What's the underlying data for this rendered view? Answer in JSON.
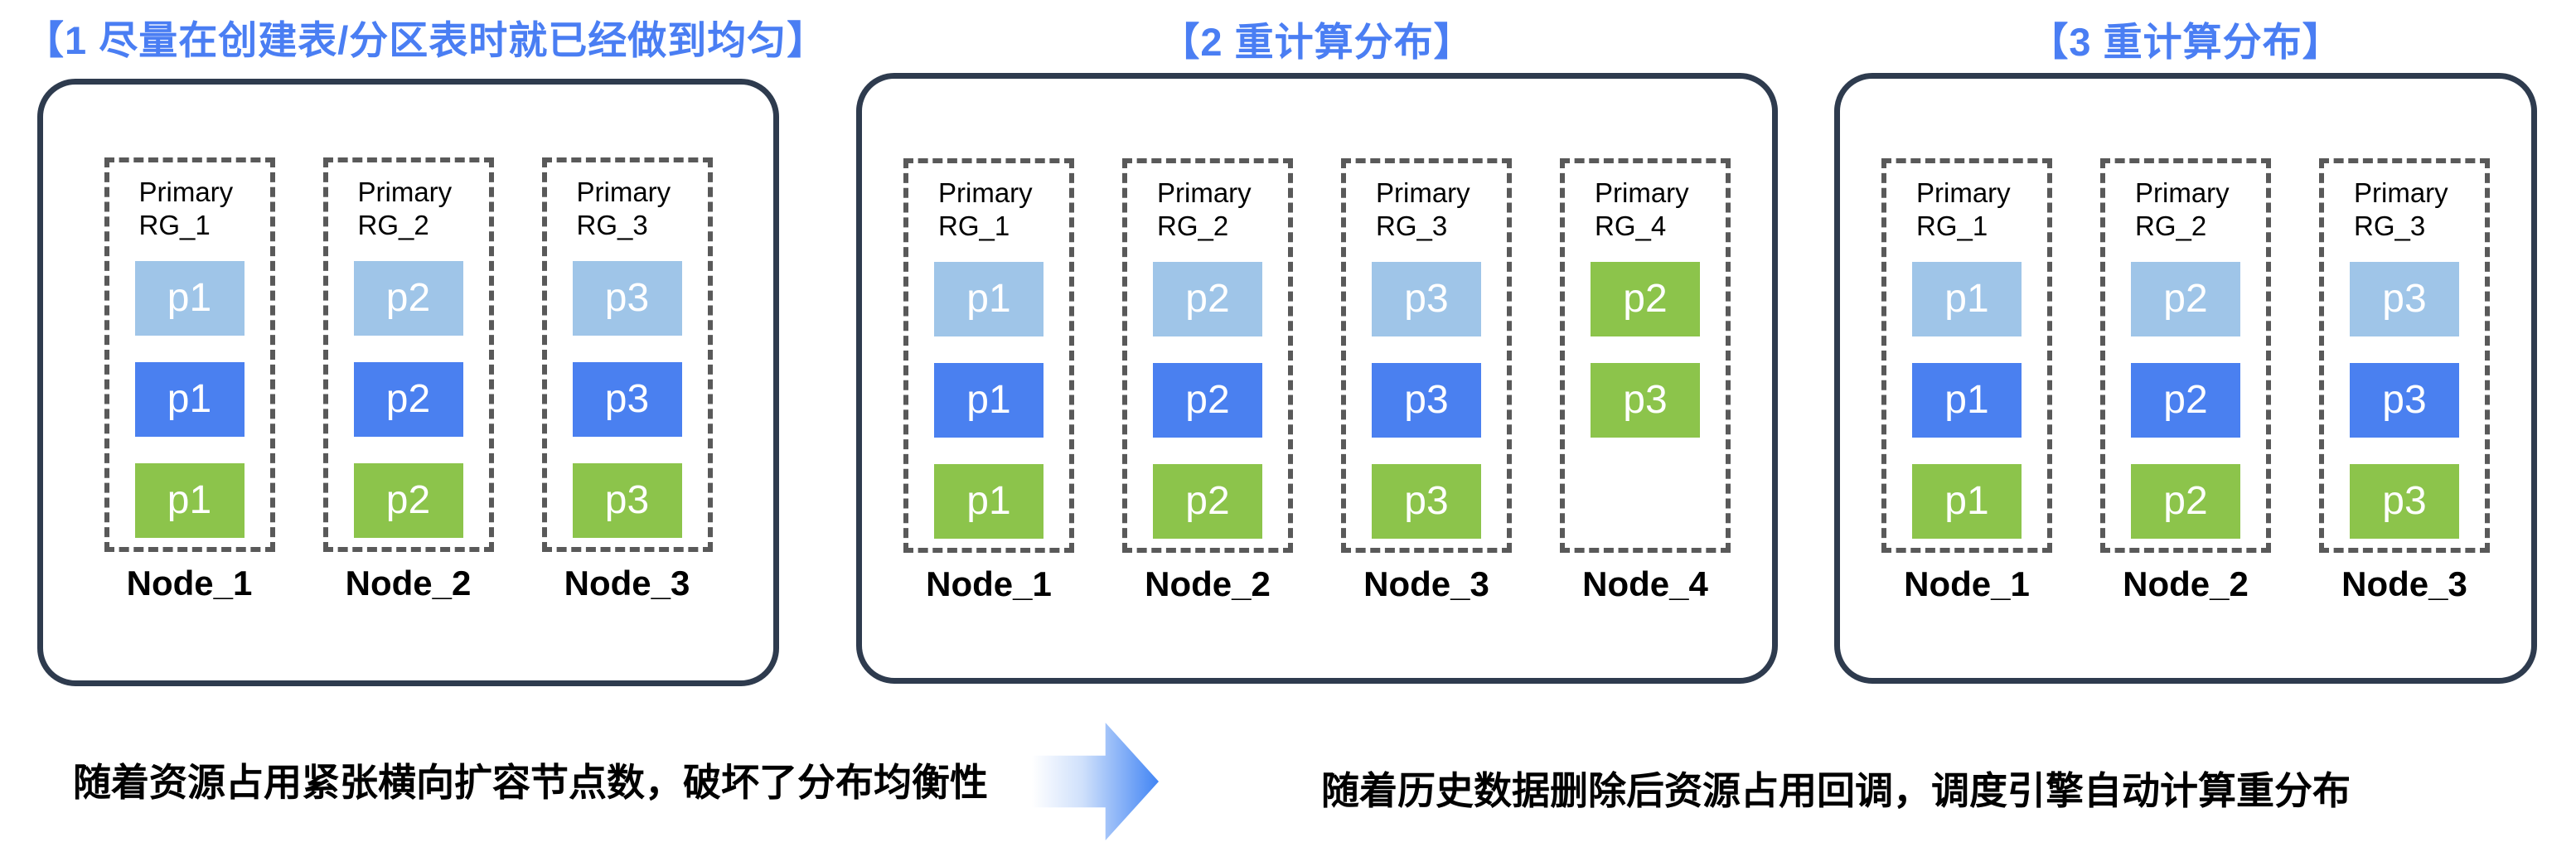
{
  "colors": {
    "title_blue": "#4a7ef3",
    "block_lightblue": "#9fc5e8",
    "block_blue": "#4a80f0",
    "block_green": "#8cc44b",
    "dashed_border": "#595959",
    "panel_border": "#2e3b4e",
    "arrow_blue": "#4285f4",
    "text_black": "#000000"
  },
  "panels": [
    {
      "title": "【1 尽量在创建表/分区表时就已经做到均匀】",
      "nodes": [
        {
          "rg_line1": "Primary",
          "rg_line2": "RG_1",
          "node_label": "Node_1",
          "blocks": [
            {
              "label": "p1",
              "color": "lightblue"
            },
            {
              "label": "p1",
              "color": "blue"
            },
            {
              "label": "p1",
              "color": "green"
            }
          ]
        },
        {
          "rg_line1": "Primary",
          "rg_line2": "RG_2",
          "node_label": "Node_2",
          "blocks": [
            {
              "label": "p2",
              "color": "lightblue"
            },
            {
              "label": "p2",
              "color": "blue"
            },
            {
              "label": "p2",
              "color": "green"
            }
          ]
        },
        {
          "rg_line1": "Primary",
          "rg_line2": "RG_3",
          "node_label": "Node_3",
          "blocks": [
            {
              "label": "p3",
              "color": "lightblue"
            },
            {
              "label": "p3",
              "color": "blue"
            },
            {
              "label": "p3",
              "color": "green"
            }
          ]
        }
      ]
    },
    {
      "title": "【2 重计算分布】",
      "nodes": [
        {
          "rg_line1": "Primary",
          "rg_line2": "RG_1",
          "node_label": "Node_1",
          "blocks": [
            {
              "label": "p1",
              "color": "lightblue"
            },
            {
              "label": "p1",
              "color": "blue"
            },
            {
              "label": "p1",
              "color": "green"
            }
          ]
        },
        {
          "rg_line1": "Primary",
          "rg_line2": "RG_2",
          "node_label": "Node_2",
          "blocks": [
            {
              "label": "p2",
              "color": "lightblue"
            },
            {
              "label": "p2",
              "color": "blue"
            },
            {
              "label": "p2",
              "color": "green"
            }
          ]
        },
        {
          "rg_line1": "Primary",
          "rg_line2": "RG_3",
          "node_label": "Node_3",
          "blocks": [
            {
              "label": "p3",
              "color": "lightblue"
            },
            {
              "label": "p3",
              "color": "blue"
            },
            {
              "label": "p3",
              "color": "green"
            }
          ]
        },
        {
          "rg_line1": "Primary",
          "rg_line2": "RG_4",
          "node_label": "Node_4",
          "blocks": [
            {
              "label": "p2",
              "color": "green"
            },
            {
              "label": "p3",
              "color": "green"
            },
            {
              "label": "",
              "color": "empty"
            }
          ]
        }
      ]
    },
    {
      "title": "【3 重计算分布】",
      "nodes": [
        {
          "rg_line1": "Primary",
          "rg_line2": "RG_1",
          "node_label": "Node_1",
          "blocks": [
            {
              "label": "p1",
              "color": "lightblue"
            },
            {
              "label": "p1",
              "color": "blue"
            },
            {
              "label": "p1",
              "color": "green"
            }
          ]
        },
        {
          "rg_line1": "Primary",
          "rg_line2": "RG_2",
          "node_label": "Node_2",
          "blocks": [
            {
              "label": "p2",
              "color": "lightblue"
            },
            {
              "label": "p2",
              "color": "blue"
            },
            {
              "label": "p2",
              "color": "green"
            }
          ]
        },
        {
          "rg_line1": "Primary",
          "rg_line2": "RG_3",
          "node_label": "Node_3",
          "blocks": [
            {
              "label": "p3",
              "color": "lightblue"
            },
            {
              "label": "p3",
              "color": "blue"
            },
            {
              "label": "p3",
              "color": "green"
            }
          ]
        }
      ]
    }
  ],
  "captions": {
    "left": "随着资源占用紧张横向扩容节点数，破坏了分布均衡性",
    "right": "随着历史数据删除后资源占用回调，调度引擎自动计算重分布"
  },
  "arrow": {
    "icon": "right-arrow"
  }
}
